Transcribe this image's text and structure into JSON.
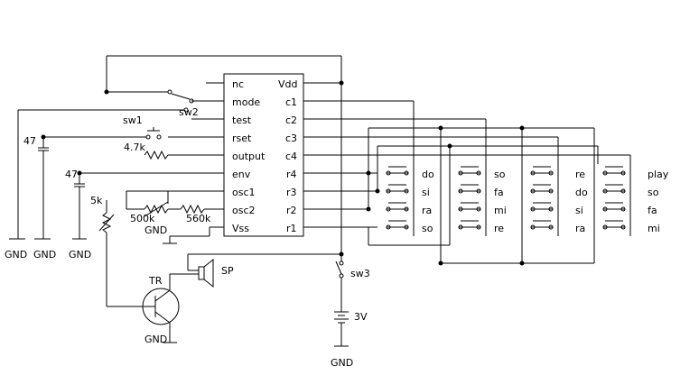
{
  "chip": {
    "left_pins": [
      "nc",
      "mode",
      "test",
      "rset",
      "output",
      "env",
      "osc1",
      "osc2",
      "Vss"
    ],
    "right_pins": [
      "Vdd",
      "c1",
      "c2",
      "c3",
      "c4",
      "r4",
      "r3",
      "r2",
      "r1"
    ]
  },
  "parts": {
    "sw1": "sw1",
    "sw2": "sw2",
    "sw3": "sw3",
    "r_out": "4.7k",
    "r_osc1": "500k",
    "r_osc2": "560k",
    "cap_rset": "47",
    "cap_env": "47",
    "pot": "5k",
    "transistor": "TR",
    "speaker": "SP",
    "battery": "3V",
    "gnd": "GND"
  },
  "keypad": {
    "col1": [
      "do",
      "si",
      "ra",
      "so"
    ],
    "col2": [
      "so",
      "fa",
      "mi",
      "re"
    ],
    "col3": [
      "re",
      "do",
      "si",
      "ra"
    ],
    "col4": [
      "play",
      "so",
      "fa",
      "mi"
    ]
  }
}
